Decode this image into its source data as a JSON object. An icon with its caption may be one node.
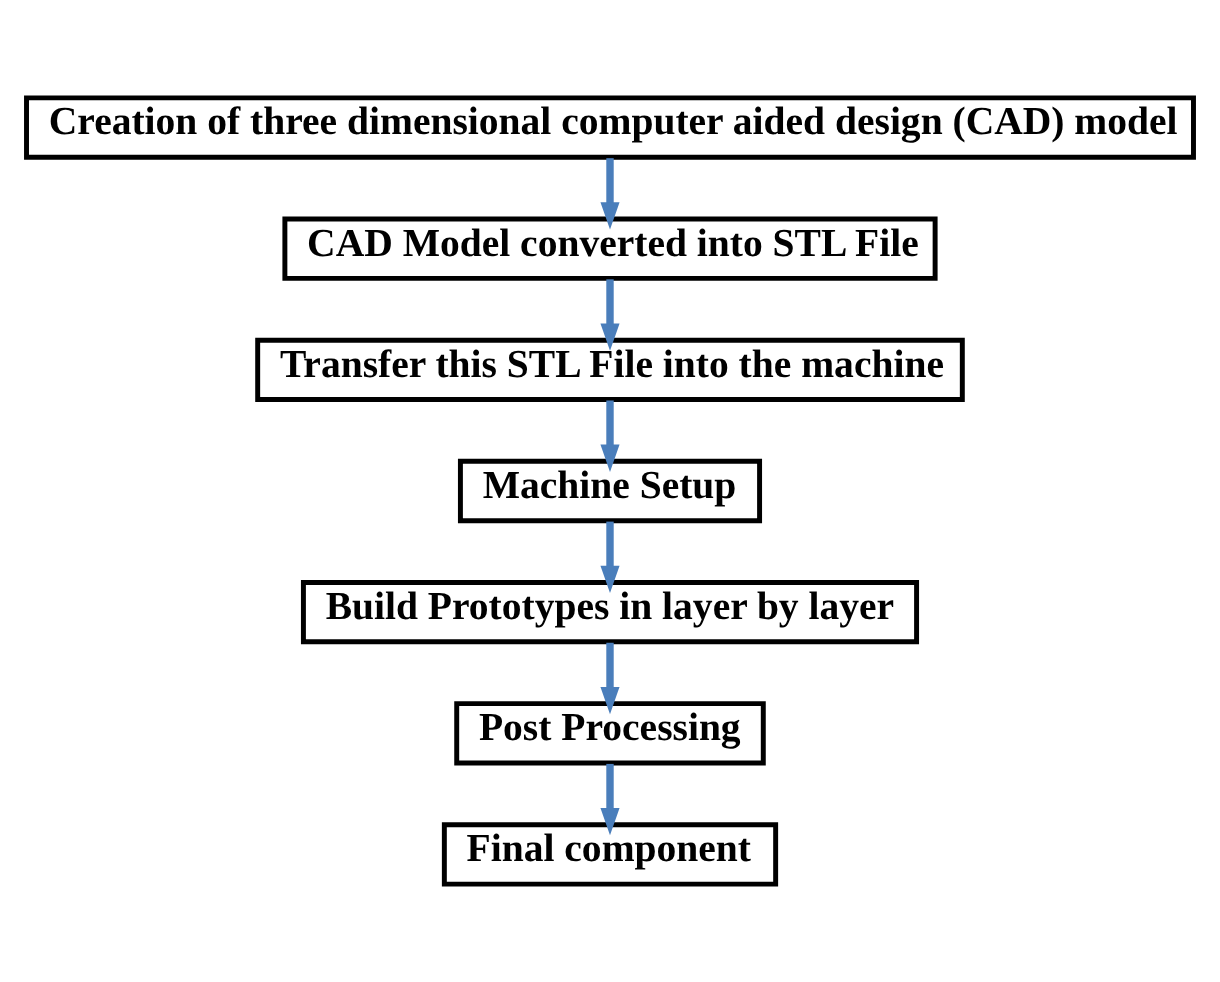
{
  "diagram": {
    "nodes": [
      {
        "text": [
          "Creation of three dimensional computer aided design (CAD) model"
        ]
      },
      {
        "text": [
          "CAD Model converted into STL File"
        ]
      },
      {
        "text": [
          "Transfer this STL File into the machine"
        ]
      },
      {
        "text": [
          "Machine Setup"
        ]
      },
      {
        "text": [
          "Build Prototypes in layer by layer"
        ]
      },
      {
        "text": [
          "Post Processing"
        ]
      },
      {
        "text": [
          "Final component"
        ]
      }
    ],
    "edges": [
      {
        "from": 0,
        "to": 1,
        "arrow": "to"
      },
      {
        "from": 1,
        "to": 2,
        "arrow": "to"
      },
      {
        "from": 2,
        "to": 3,
        "arrow": "to"
      },
      {
        "from": 3,
        "to": 4,
        "arrow": "to"
      },
      {
        "from": 4,
        "to": 5,
        "arrow": "to"
      },
      {
        "from": 5,
        "to": 6,
        "arrow": "to"
      }
    ]
  }
}
